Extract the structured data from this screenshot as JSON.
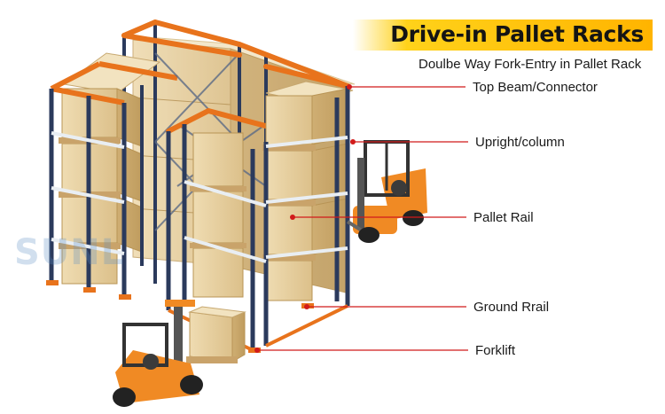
{
  "title": "Drive-in Pallet Racks",
  "subtitle": "Doulbe Way Fork-Entry in Pallet Rack",
  "watermark": "SUNL",
  "labels": {
    "top_beam": "Top Beam/Connector",
    "upright": "Upright/column",
    "pallet_rail": "Pallet Rail",
    "ground_rail": "Ground Rrail",
    "forklift": "Forklift"
  },
  "colors": {
    "beam_orange": "#e8731c",
    "upright_navy": "#2b3a5c",
    "box_tan": "#e7cf9e",
    "pallet_wood": "#c9a36a",
    "forklift_orange": "#f08a24",
    "leader_red": "#d11a1a",
    "title_yellow": "#ffc20e"
  }
}
